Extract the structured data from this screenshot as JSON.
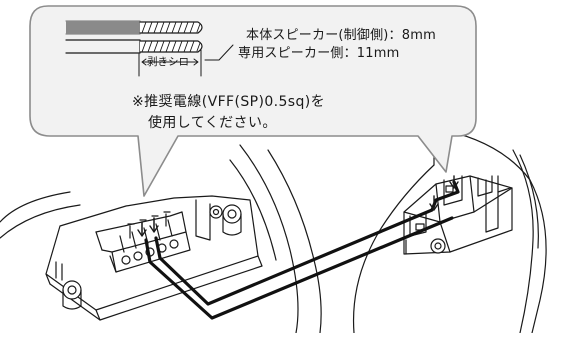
{
  "callout": {
    "strip_label": "剥きシロ",
    "spec_main": "本体スピーカー(制御側)：8mm",
    "spec_dedicated": "専用スピーカー側：11mm",
    "note_line1": "※推奨電線(VFF(SP)0.5sq)を",
    "note_line2": "使用してください。"
  },
  "colors": {
    "outline": "#1a1a1a",
    "bubble_fill": "#f2f2f2",
    "bubble_stroke": "#8c8c8c",
    "wire": "#111111",
    "insulation_fill": "#8a8a8a"
  }
}
